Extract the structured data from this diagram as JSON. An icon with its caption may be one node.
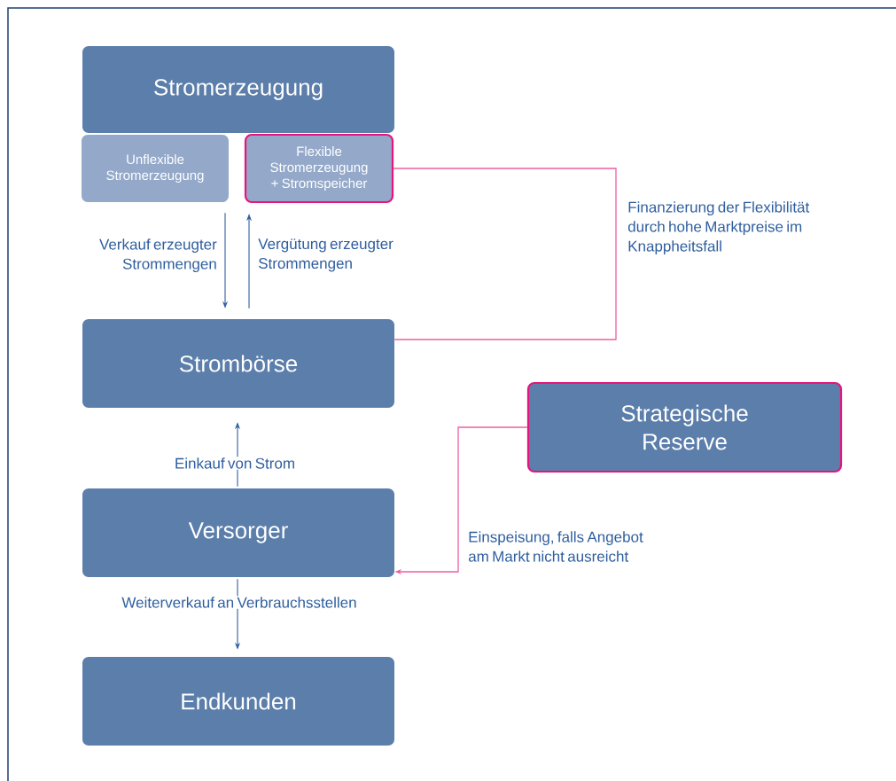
{
  "diagram": {
    "nodes": [
      {
        "text": [
          "Stromerzeugung"
        ]
      },
      {
        "text": [
          "Unflexible Stromerzeugung"
        ]
      },
      {
        "text": [
          "Flexible Stromerzeugung + Stromspeicher"
        ]
      },
      {
        "text": [
          "Strombörse"
        ]
      },
      {
        "text": [
          "Strategische Reserve"
        ]
      },
      {
        "text": [
          "Versorger"
        ]
      },
      {
        "text": [
          "Endkunden"
        ]
      }
    ],
    "edges": [
      {
        "from": 1,
        "to": 3,
        "arrow": "to",
        "label": "Verkauf erzeugter Strommengen"
      },
      {
        "from": 3,
        "to": 2,
        "arrow": "to",
        "label": "Vergütung erzeugter Strommengen"
      },
      {
        "from": 2,
        "to": 3,
        "arrow": "none",
        "color": "#ee5fa3",
        "label": "Finanzierung der Flexibilität durch hohe Marktpreise im Knappheitsfall"
      },
      {
        "from": 5,
        "to": 3,
        "arrow": "to",
        "label": "Einkauf von Strom"
      },
      {
        "from": 4,
        "to": 5,
        "arrow": "to",
        "color": "#ee5fa3",
        "label": "Einspeisung, falls Angebot am Markt nicht ausreicht"
      },
      {
        "from": 5,
        "to": 6,
        "arrow": "to",
        "label": "Weiterverkauf an Verbrauchsstellen"
      }
    ]
  }
}
